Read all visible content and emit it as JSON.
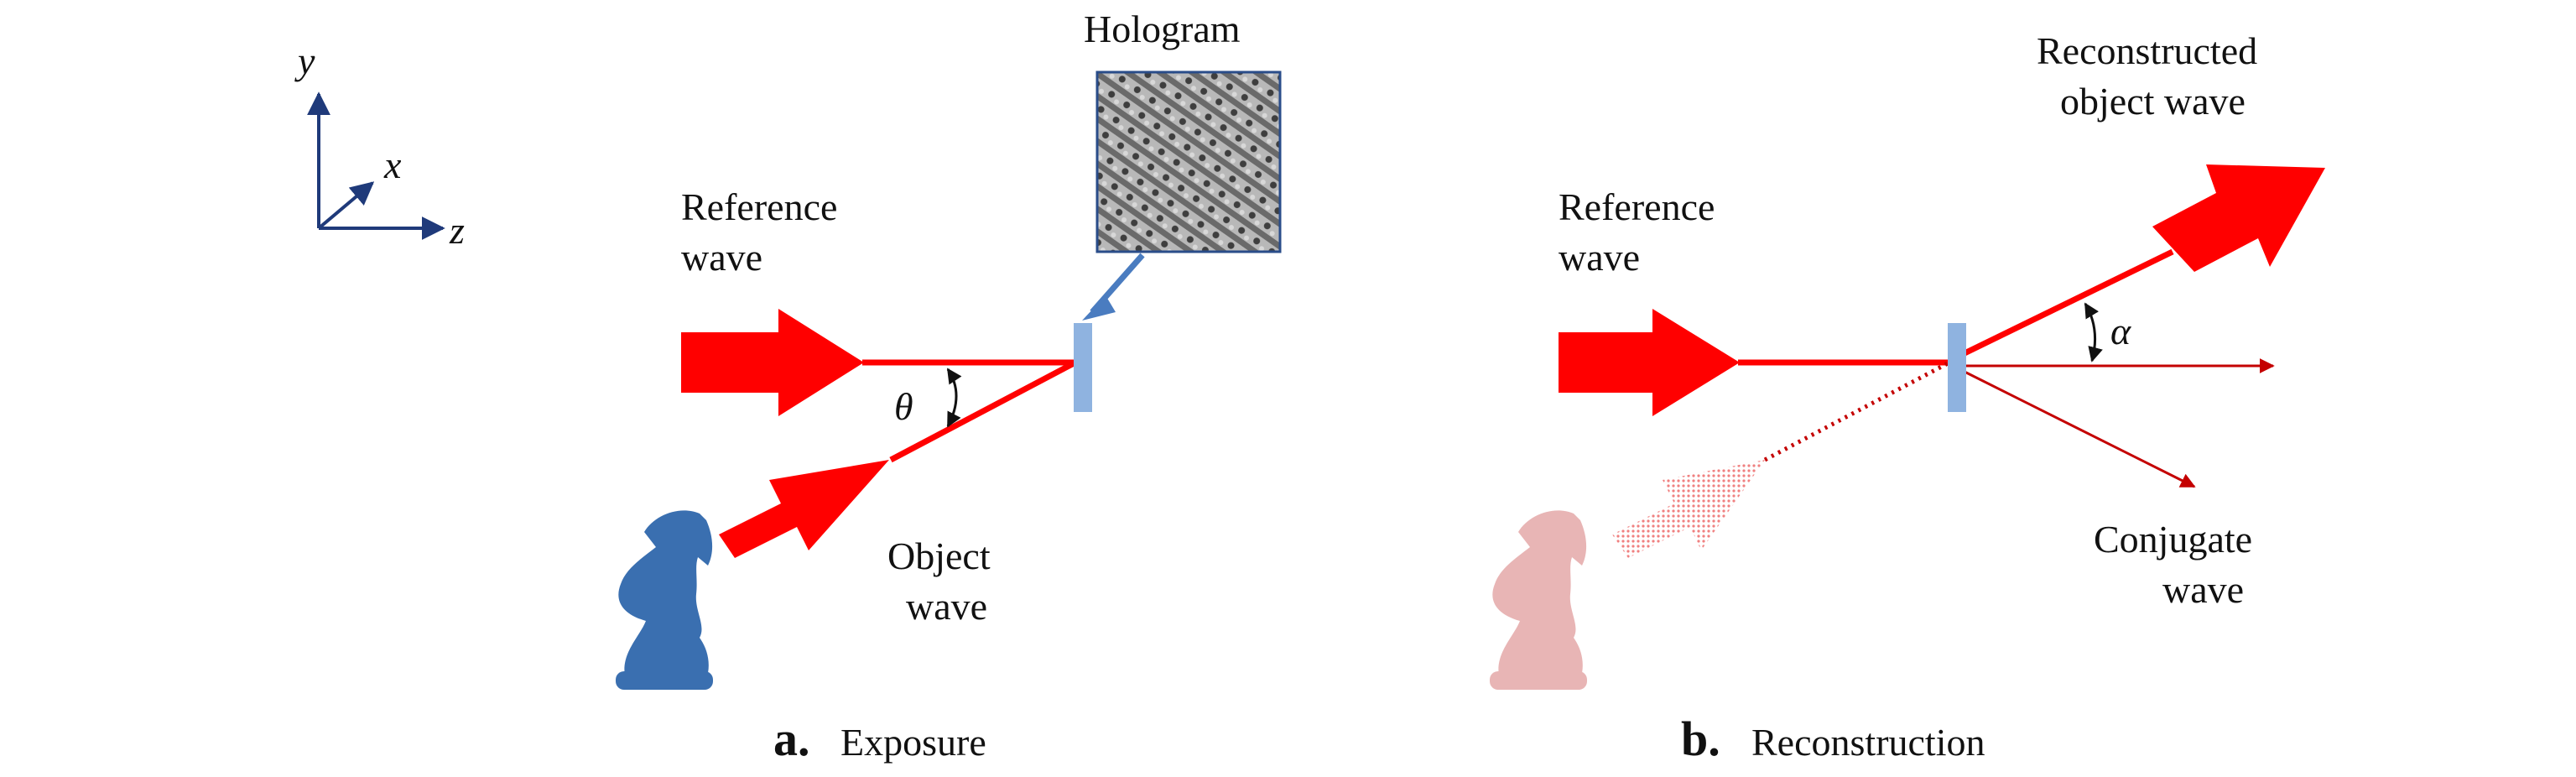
{
  "axes": {
    "y": "y",
    "x": "x",
    "z": "z"
  },
  "panel_a": {
    "hologram": "Hologram",
    "reference_line1": "Reference",
    "reference_line2": "wave",
    "angle": "θ",
    "object_line1": "Object",
    "object_line2": "wave",
    "caption_letter": "a.",
    "caption": "Exposure"
  },
  "panel_b": {
    "reference_line1": "Reference",
    "reference_line2": "wave",
    "reconstructed_line1": "Reconstructed",
    "reconstructed_line2": "object wave",
    "angle": "α",
    "conjugate_line1": "Conjugate",
    "conjugate_line2": "wave",
    "caption_letter": "b.",
    "caption": "Reconstruction"
  },
  "colors": {
    "wave_red": "#ff0000",
    "faded_red": "#f2a3a3",
    "axis_blue": "#1f3a7a",
    "plate_blue": "#8fb3e0",
    "chess_blue": "#3a6fb0",
    "chess_faded": "#e8b5b5"
  }
}
